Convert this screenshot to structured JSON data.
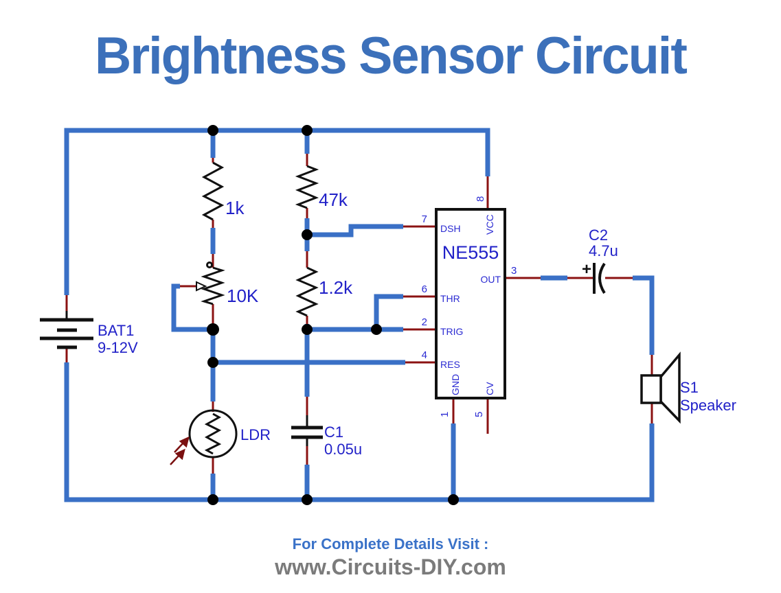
{
  "title": "Brightness Sensor Circuit",
  "footer": {
    "line1": "For Complete Details Visit :",
    "line2": "www.Circuits-DIY.com"
  },
  "colors": {
    "wire_blue": "#3a70c6",
    "lead_dark_red": "#8b1212",
    "label_blue": "#2121c8",
    "title_blue": "#3c70ba",
    "footer_gray": "#7b7b7b",
    "component_black": "#111111"
  },
  "components": {
    "battery": {
      "ref": "BAT1",
      "value": "9-12V"
    },
    "r1": {
      "value": "1k"
    },
    "pot": {
      "value": "10K"
    },
    "r2": {
      "value": "47k"
    },
    "r3": {
      "value": "1.2k"
    },
    "ldr": {
      "label": "LDR"
    },
    "c1": {
      "ref": "C1",
      "value": "0.05u"
    },
    "c2": {
      "ref": "C2",
      "value": "4.7u",
      "polarity": "+"
    },
    "speaker": {
      "ref": "S1",
      "label": "Speaker"
    },
    "ic": {
      "name": "NE555",
      "pins": [
        {
          "num": "8",
          "label": "VCC"
        },
        {
          "num": "7",
          "label": "DSH"
        },
        {
          "num": "6",
          "label": "THR"
        },
        {
          "num": "2",
          "label": "TRIG"
        },
        {
          "num": "4",
          "label": "RES"
        },
        {
          "num": "3",
          "label": "OUT"
        },
        {
          "num": "1",
          "label": "GND"
        },
        {
          "num": "5",
          "label": "CV"
        }
      ]
    }
  }
}
